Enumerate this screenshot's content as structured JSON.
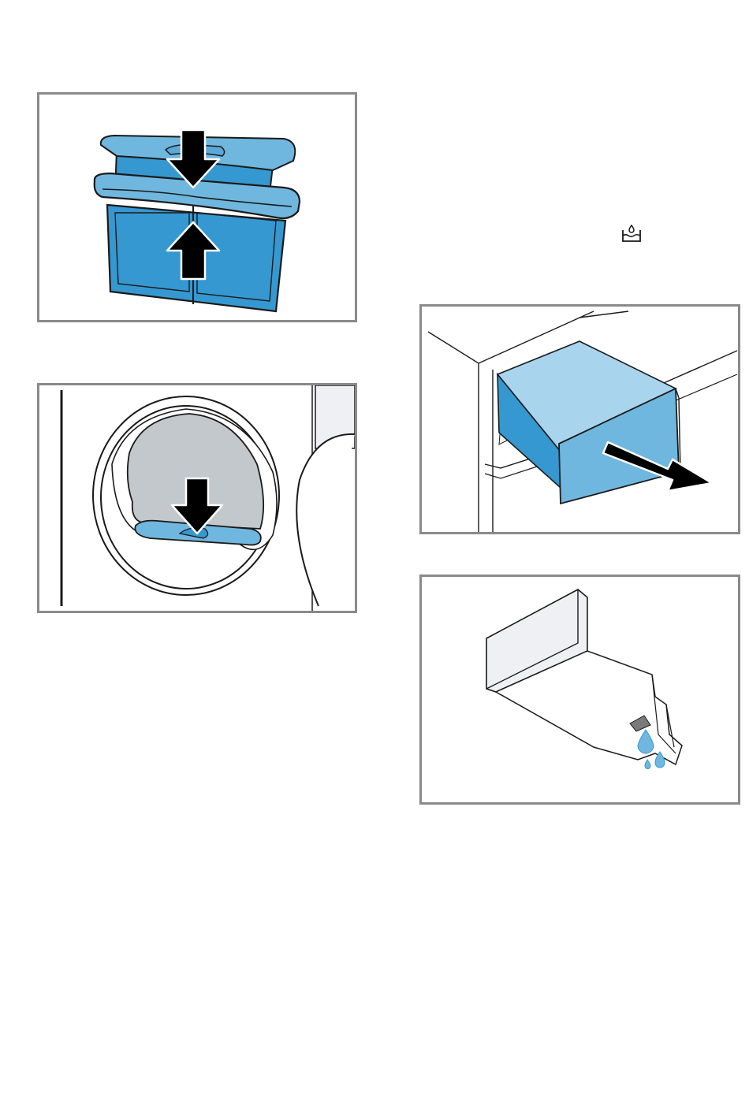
{
  "page": {
    "illustrations": [
      {
        "id": "filter-assembly",
        "icon": "fluff-filter-press-together"
      },
      {
        "id": "door-filter",
        "icon": "insert-filter-into-door"
      },
      {
        "id": "water-drawer",
        "icon": "pull-out-condensate-container"
      },
      {
        "id": "drawer-underside",
        "icon": "container-draining-drops"
      }
    ],
    "symbols": [
      {
        "id": "empty-condensate-tank",
        "icon": "water-tank-symbol"
      }
    ]
  },
  "colors": {
    "accent_blue": "#3598d0",
    "light_blue": "#6fb7de",
    "pale_blue": "#a9d4ee",
    "outline": "#1a1a1a",
    "grey_fill": "#c3c8cd",
    "panel_border": "#8a8a8a",
    "panel_fill_light": "#eef0f4",
    "drip_dark": "#7a7a7a"
  }
}
